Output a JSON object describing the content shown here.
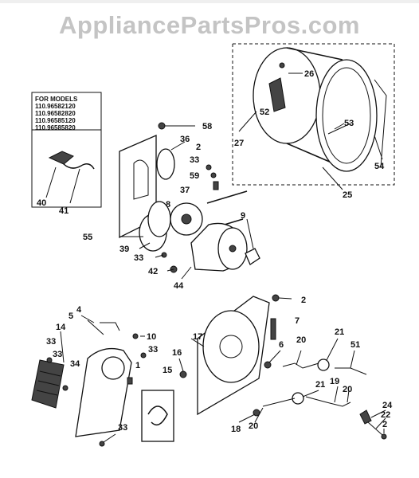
{
  "watermark": "AppliancePartsPros.com",
  "models_box": {
    "title": "FOR MODELS",
    "models": [
      "110.96582120",
      "110.96582820",
      "110.96585120",
      "110.96585820"
    ]
  },
  "callouts": {
    "c26": "26",
    "c52": "52",
    "c27": "27",
    "c53": "53",
    "c54": "54",
    "c25": "25",
    "c58": "58",
    "c36": "36",
    "c2a": "2",
    "c33a": "33",
    "c59": "59",
    "c37": "37",
    "c8": "8",
    "c9": "9",
    "c55": "55",
    "c39": "39",
    "c33b": "33",
    "c42": "42",
    "c44": "44",
    "c40": "40",
    "c41": "41",
    "c4": "4",
    "c5": "5",
    "c10": "10",
    "c14": "14",
    "c33c": "33",
    "c34": "34",
    "c33d": "33",
    "c1": "1",
    "c33e": "33",
    "c15": "15",
    "c33f": "33",
    "c2b": "2",
    "c7": "7",
    "c17": "17",
    "c16": "16",
    "c6": "6",
    "c21a": "21",
    "c20a": "20",
    "c51": "51",
    "c21b": "21",
    "c19": "19",
    "c20b": "20",
    "c24": "24",
    "c22": "22",
    "c2c": "2",
    "c18": "18",
    "c20c": "20"
  }
}
